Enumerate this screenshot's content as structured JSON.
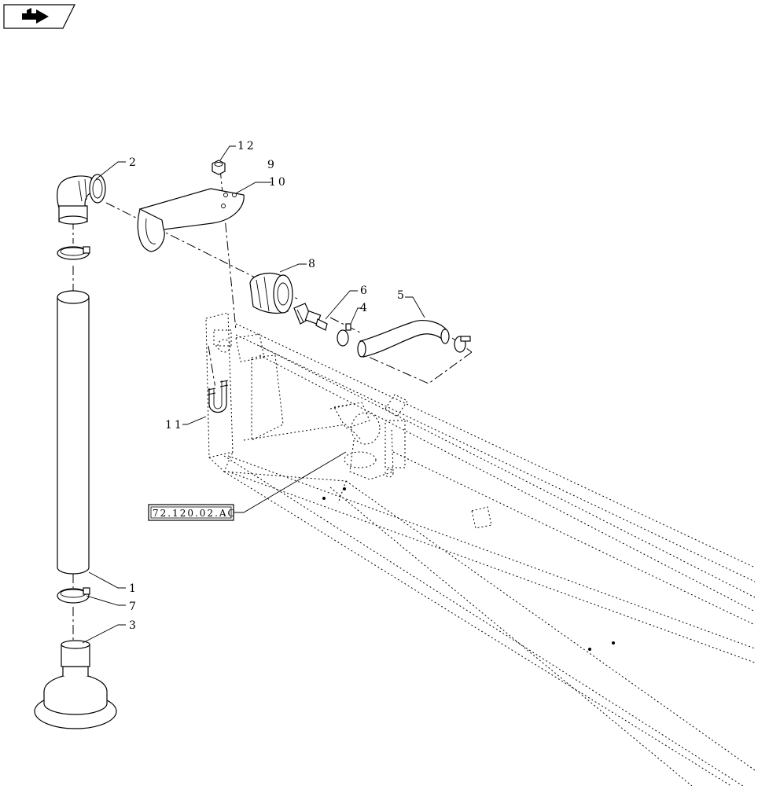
{
  "nav": {
    "icon": "arrow-icon"
  },
  "callouts": {
    "c1": "1",
    "c2": "2",
    "c3": "3",
    "c4": "4",
    "c5": "5",
    "c6": "6",
    "c7": "7",
    "c8": "8",
    "c9": "9",
    "c10": "10",
    "c11": "11",
    "c12": "12"
  },
  "reference": {
    "label": "72.120.02.AC"
  }
}
